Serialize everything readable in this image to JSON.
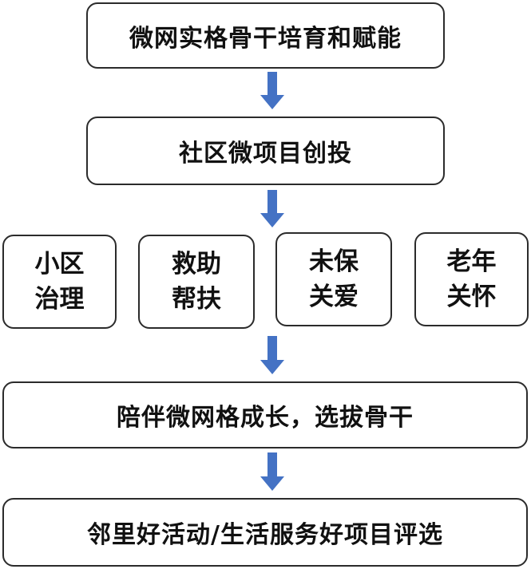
{
  "steps": {
    "step1": "微网实格骨干培育和赋能",
    "step2": "社区微项目创投",
    "categories": [
      {
        "line1": "小区",
        "line2": "治理"
      },
      {
        "line1": "救助",
        "line2": "帮扶"
      },
      {
        "line1": "未保",
        "line2": "关爱"
      },
      {
        "line1": "老年",
        "line2": "关怀"
      }
    ],
    "step4": "陪伴微网格成长，选拔骨干",
    "step5": "邻里好活动/生活服务好项目评选"
  },
  "colors": {
    "arrow": "#4472c4",
    "border": "#2b2b2b"
  }
}
